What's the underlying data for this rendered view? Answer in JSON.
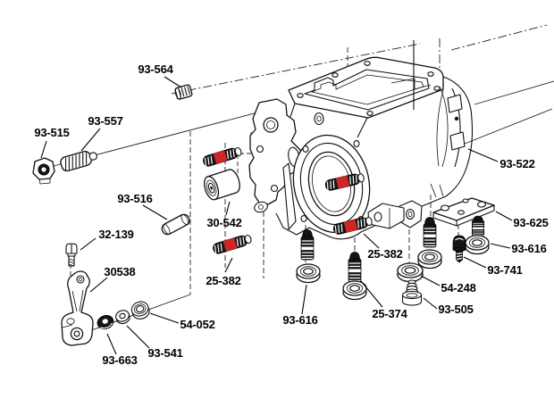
{
  "diagram": {
    "type": "exploded-parts-diagram",
    "subject": "gear-case-assembly",
    "background_color": "#ffffff",
    "line_color": "#000000",
    "highlight_color": "#cc2626",
    "highlighted_part_number": "25-382",
    "labels": [
      {
        "id": "93-564",
        "text": "93-564"
      },
      {
        "id": "93-515",
        "text": "93-515"
      },
      {
        "id": "93-557",
        "text": "93-557"
      },
      {
        "id": "93-522",
        "text": "93-522"
      },
      {
        "id": "93-516",
        "text": "93-516"
      },
      {
        "id": "30-542",
        "text": "30-542"
      },
      {
        "id": "32-139",
        "text": "32-139"
      },
      {
        "id": "30538",
        "text": "30538"
      },
      {
        "id": "25-382-left",
        "text": "25-382"
      },
      {
        "id": "25-382-right",
        "text": "25-382"
      },
      {
        "id": "54-052",
        "text": "54-052"
      },
      {
        "id": "93-663",
        "text": "93-663"
      },
      {
        "id": "93-541",
        "text": "93-541"
      },
      {
        "id": "93-616-left",
        "text": "93-616"
      },
      {
        "id": "25-374",
        "text": "25-374"
      },
      {
        "id": "54-248",
        "text": "54-248"
      },
      {
        "id": "93-505",
        "text": "93-505"
      },
      {
        "id": "93-741",
        "text": "93-741"
      },
      {
        "id": "93-616-right",
        "text": "93-616"
      },
      {
        "id": "93-625",
        "text": "93-625"
      }
    ]
  }
}
